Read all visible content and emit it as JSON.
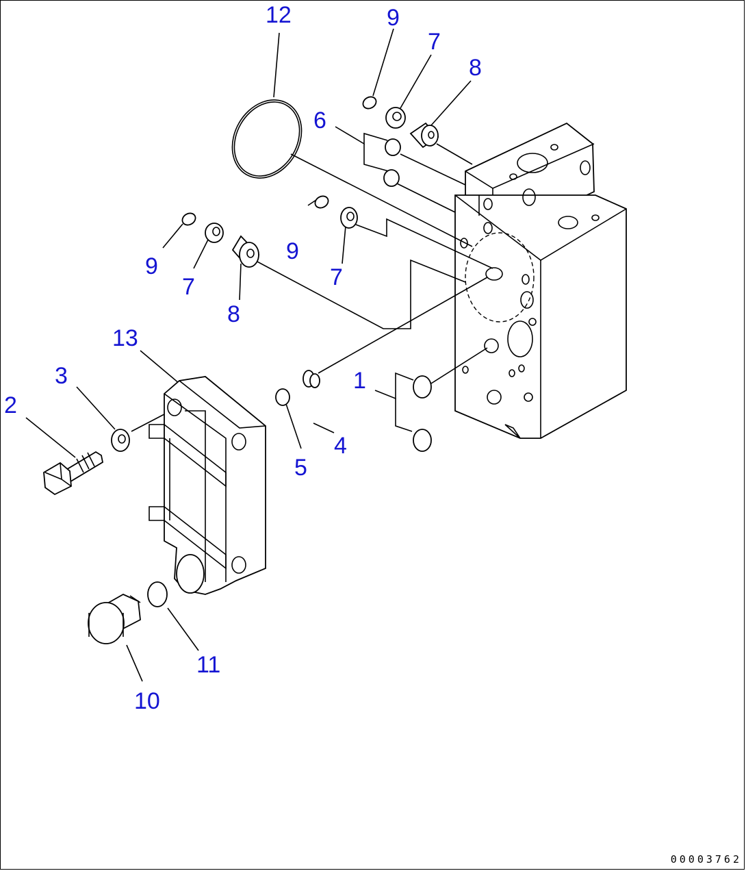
{
  "labels": {
    "l1": "1",
    "l2": "2",
    "l3": "3",
    "l4": "4",
    "l5": "5",
    "l6": "6",
    "l7a": "7",
    "l7b": "7",
    "l7c": "7",
    "l8a": "8",
    "l8b": "8",
    "l9a": "9",
    "l9b": "9",
    "l9c": "9",
    "l10": "10",
    "l11": "11",
    "l12": "12",
    "l13": "13"
  },
  "drawing_code": "00003762",
  "colors": {
    "label": "#1414d2",
    "line": "#000000"
  }
}
